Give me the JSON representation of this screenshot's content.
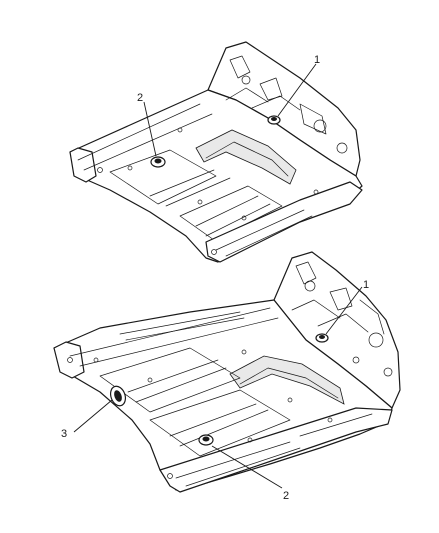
{
  "diagram": {
    "callouts": {
      "top_floor_part_1": "1",
      "top_floor_part_2": "2",
      "bottom_floor_part_1": "1",
      "bottom_floor_part_2": "2",
      "bottom_floor_part_3": "3"
    },
    "colors": {
      "line": "#1a1a1a",
      "background": "#ffffff"
    }
  }
}
